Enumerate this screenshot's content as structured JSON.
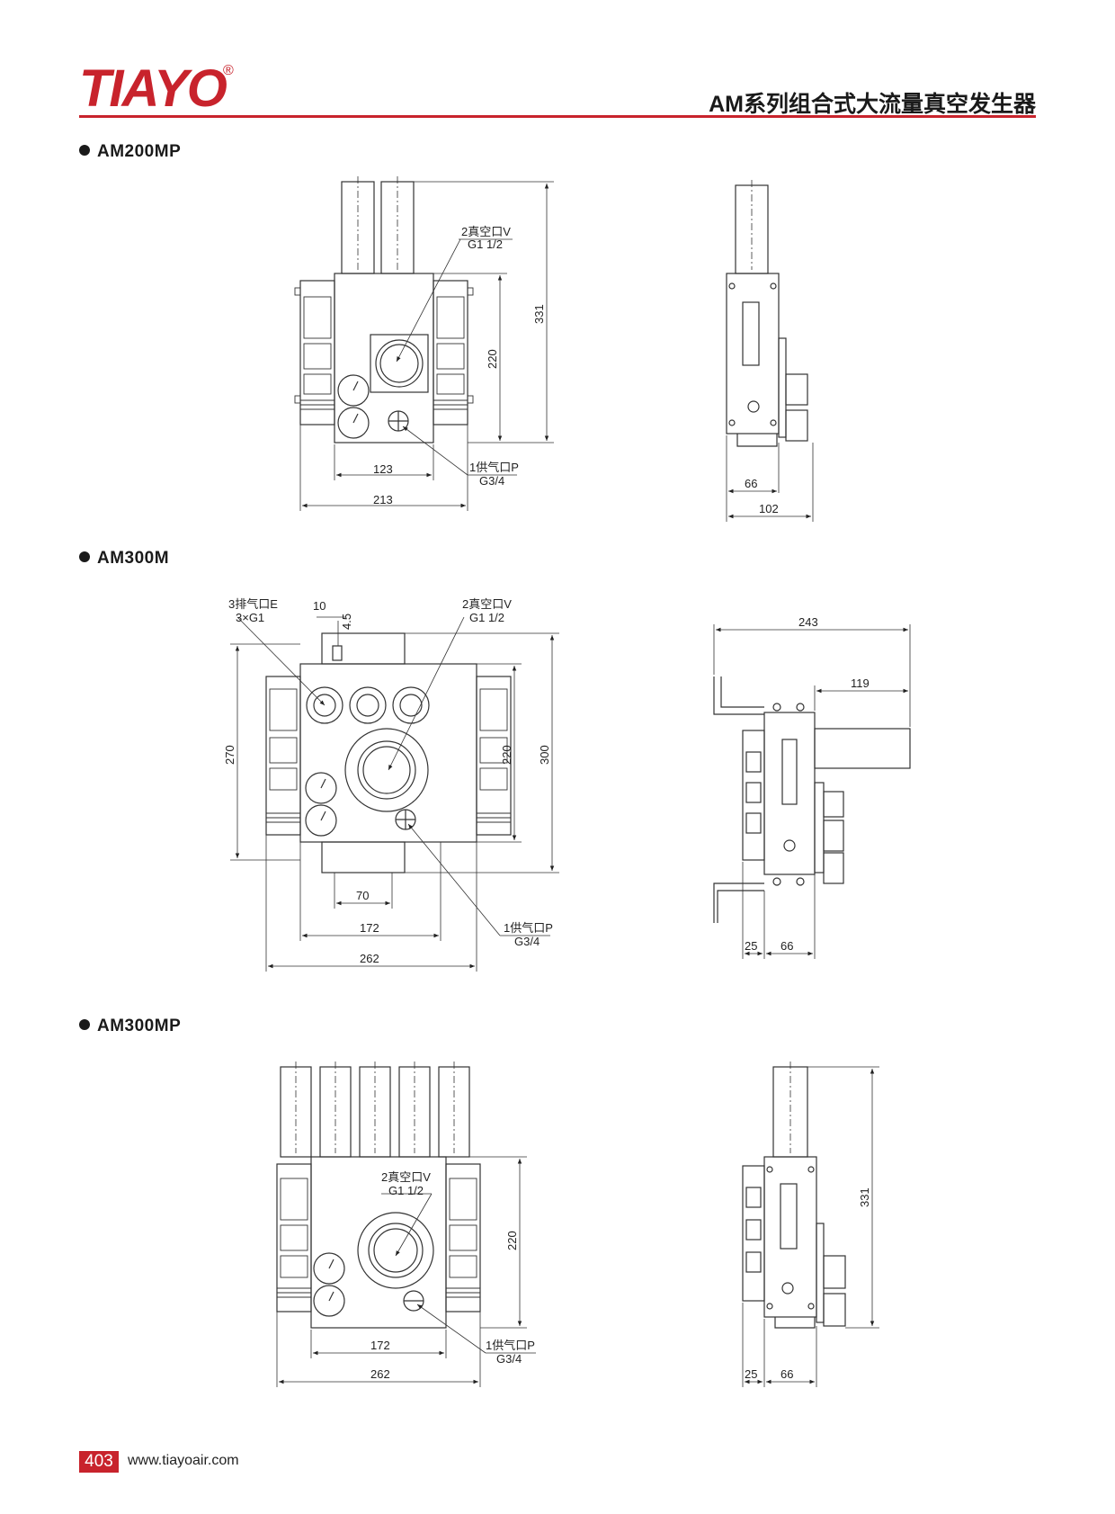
{
  "brand": {
    "name": "TIAYO",
    "registered": "®"
  },
  "header": {
    "title": "AM系列组合式大流量真空发生器"
  },
  "footer": {
    "page": "403",
    "website": "www.tiayoair.com"
  },
  "sections": [
    {
      "title": "AM200MP",
      "labels": {
        "vacuum_port": "2真空口V",
        "vacuum_thread": "G1 1/2",
        "supply_port": "1供气口P",
        "supply_thread": "G3/4"
      },
      "dims": {
        "height_total": "331",
        "height_body": "220",
        "width_body": "123",
        "width_total": "213",
        "side_depth": "66",
        "side_total": "102"
      }
    },
    {
      "title": "AM300M",
      "labels": {
        "exhaust_port": "3排气口E",
        "exhaust_thread": "3×G1",
        "vacuum_port": "2真空口V",
        "vacuum_thread": "G1 1/2",
        "supply_port": "1供气口P",
        "supply_thread": "G3/4"
      },
      "dims": {
        "d10": "10",
        "d45": "4.5",
        "h270": "270",
        "h220": "220",
        "h300": "300",
        "w70": "70",
        "w172": "172",
        "w262": "262",
        "side243": "243",
        "side119": "119",
        "side25": "25",
        "side66": "66"
      }
    },
    {
      "title": "AM300MP",
      "labels": {
        "vacuum_port": "2真空口V",
        "vacuum_thread": "G1 1/2",
        "supply_port": "1供气口P",
        "supply_thread": "G3/4"
      },
      "dims": {
        "h220": "220",
        "w172": "172",
        "w262": "262",
        "side331": "331",
        "side25": "25",
        "side66": "66"
      }
    }
  ]
}
